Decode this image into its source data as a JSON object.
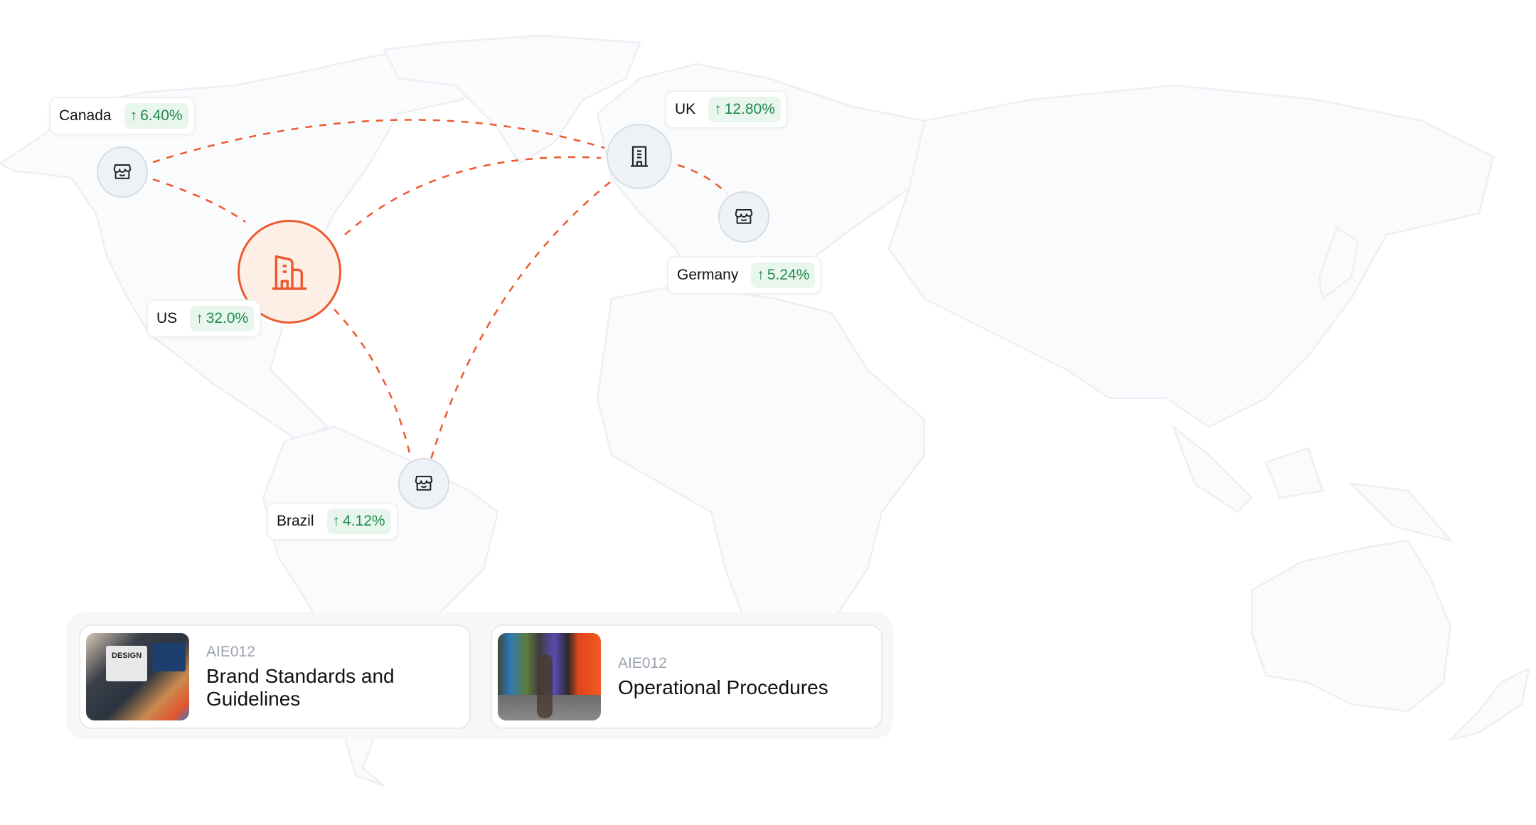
{
  "colors": {
    "accent": "#ec5a2f",
    "positive": "#1f8a4c",
    "positive_bg": "#e9f6ee",
    "map": "#eef1f5"
  },
  "locations": [
    {
      "name": "Canada",
      "change": "6.40%",
      "icon": "store-icon"
    },
    {
      "name": "US",
      "change": "32.0%",
      "icon": "building-icon"
    },
    {
      "name": "UK",
      "change": "12.80%",
      "icon": "office-building-icon"
    },
    {
      "name": "Germany",
      "change": "5.24%",
      "icon": "store-icon"
    },
    {
      "name": "Brazil",
      "change": "4.12%",
      "icon": "store-icon"
    }
  ],
  "trend_arrow": "↑",
  "cards": [
    {
      "code": "AIE012",
      "title": "Brand Standards and Guidelines",
      "image": "design-workspace-photo"
    },
    {
      "code": "AIE012",
      "title": "Operational Procedures",
      "image": "office-booths-photo"
    }
  ]
}
